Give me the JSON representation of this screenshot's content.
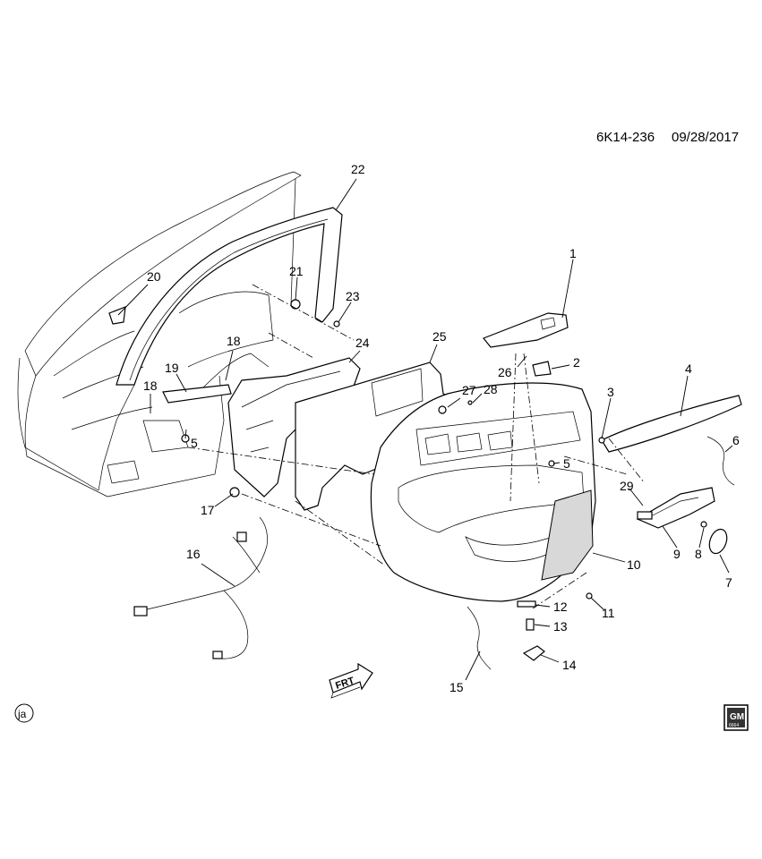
{
  "diagram": {
    "id": "6K14-236",
    "date": "09/28/2017",
    "artist_mark": "ja",
    "logo_text": "GM",
    "logo_subtext": "6664",
    "front_arrow_label": "FRT"
  },
  "callouts": [
    "1",
    "2",
    "3",
    "4",
    "5",
    "5",
    "6",
    "7",
    "8",
    "9",
    "10",
    "11",
    "12",
    "13",
    "14",
    "15",
    "16",
    "17",
    "18",
    "18",
    "19",
    "20",
    "21",
    "22",
    "23",
    "24",
    "25",
    "26",
    "27",
    "28",
    "29"
  ]
}
